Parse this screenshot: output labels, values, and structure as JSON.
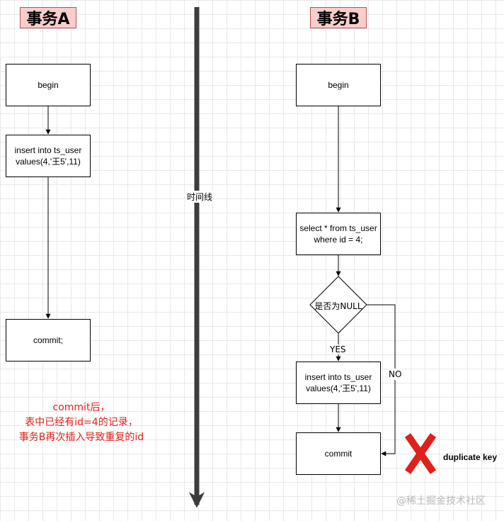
{
  "transaction_a": {
    "title": "事务A",
    "steps": [
      "begin",
      "insert into ts_user\nvalues(4,'王5',11)",
      "commit;"
    ],
    "note": "commit后，\n表中已经有id=4的记录，\n事务B再次插入导致重复的id"
  },
  "transaction_b": {
    "title": "事务B",
    "begin": "begin",
    "select": "select  * from ts_user\nwhere id = 4;",
    "decision": "是否为NULL",
    "yes_label": "YES",
    "no_label": "NO",
    "insert": "insert into ts_user\nvalues(4,'王5',11)",
    "commit": "commit",
    "error": "duplicate key"
  },
  "timeline": {
    "label": "时间线"
  },
  "watermark": "@稀土掘金技术社区",
  "colors": {
    "header_fill": "#f8cecc",
    "header_border": "#b85450",
    "note": "#e0201a",
    "error_x": "#e0201a",
    "timeline": "#3c3c3c"
  }
}
